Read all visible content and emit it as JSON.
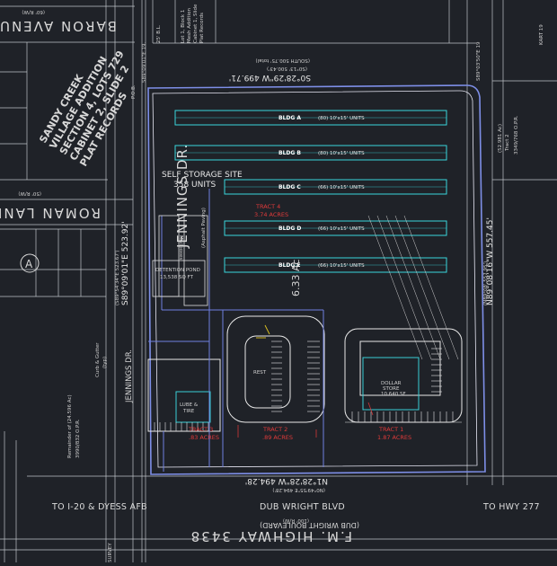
{
  "roads": {
    "baron_avenue": "BARON AVENUE",
    "roman_lane": "ROMAN LANE",
    "jennings_dr": "JENNINGS DR.",
    "jennings_dr_site": "JENNINGS DR.",
    "jennings_asphalt": "(Asphalt Paving)",
    "fm_highway": "F.M. HIGHWAY 3438",
    "fm_highway_sub": "(DUB WRIGHT BOULEVARD)",
    "fm_row": "(100' R/W)"
  },
  "directions": {
    "left": "TO I-20 & DYESS AFB",
    "center": "DUB WRIGHT BLVD",
    "right": "TO HWY 277"
  },
  "site": {
    "self_storage_line1": "SELF STORAGE SITE",
    "self_storage_line2": "358 UNITS",
    "tract4_line1": "TRACT 4",
    "tract4_line2": "3.74 ACRES",
    "tract3_line1": "TRACT 3",
    "tract3_line2": ".83 ACRES",
    "tract2_line1": "TRACT 2",
    "tract2_line2": ".89 ACRES",
    "tract1_line1": "TRACT 1",
    "tract1_line2": "1.87 ACRES",
    "detention_line1": "DETENTION POND",
    "detention_line2": "13,538 SQ FT",
    "dollar_line1": "DOLLAR",
    "dollar_line2": "STORE",
    "dollar_line3": "10,640 SF",
    "lube_line1": "LUBE &",
    "lube_line2": "TIRE",
    "rest_label": "REST",
    "mailboxes": "Mailboxes",
    "acres_total": "6.33 Ac"
  },
  "buildings": [
    {
      "name": "BLDG A",
      "detail": "(80) 10'x15' UNITS"
    },
    {
      "name": "BLDG B",
      "detail": "(80) 10'x15' UNITS"
    },
    {
      "name": "BLDG C",
      "detail": "(66) 10'x15' UNITS"
    },
    {
      "name": "BLDG D",
      "detail": "(66) 10'x15' UNITS"
    },
    {
      "name": "BLDG E",
      "detail": "(66) 10'x15' UNITS"
    }
  ],
  "bearings": {
    "top": "S0°28'29\"W 499.71'",
    "top_a": "(S0°13' 500.43')",
    "top_b": "(SOUTH 500.75' total)",
    "bottom": "N1°28'28\"W 494.28'",
    "bottom_a": "(N0°49'55\"E 494.28')",
    "right": "N89°08'16\"W 557.45'",
    "right_a": "(N89°08' 557.95')",
    "left_main": "S89°09'01\"E 523.92'",
    "left_a": "(S89°54'34\"E 523.67')",
    "top_left": "S89°09'01\"E 19.",
    "top_right": "S89°03'50\"E 19",
    "remainder": "Remainder of (24.596 Ac)",
    "remainder_ref": "3990/832 O.P.R.",
    "curb": "Curb & Gutter",
    "curb_typ": "(typ)",
    "pob": "P.O.B."
  },
  "neighbors": {
    "sandy_creek_1": "SANDY CREEK",
    "sandy_creek_2": "VILLAGE ADDITION",
    "sandy_creek_3": "SECTION 4, LOTS 729",
    "sandy_creek_4": "CABINET 2, SLIDE 2",
    "sandy_creek_5": "PLAT RECORDS",
    "tract2_east": "Tract 2",
    "tract2_east_ac": "(52.981 Ac)",
    "tract2_east_ref": "3349/768 O.P.R.",
    "kart": "KART 19",
    "lot_block": "Lot 1, Block 1",
    "lot_sub": "Mesh Addition",
    "lot_cab": "Cabinet 1, Slide",
    "lot_plat": "Plat Records",
    "row_60": "(60' R/W)",
    "row_50": "(50' R/W)",
    "row_25": "25' B.L.",
    "survey": "SURVEY"
  }
}
